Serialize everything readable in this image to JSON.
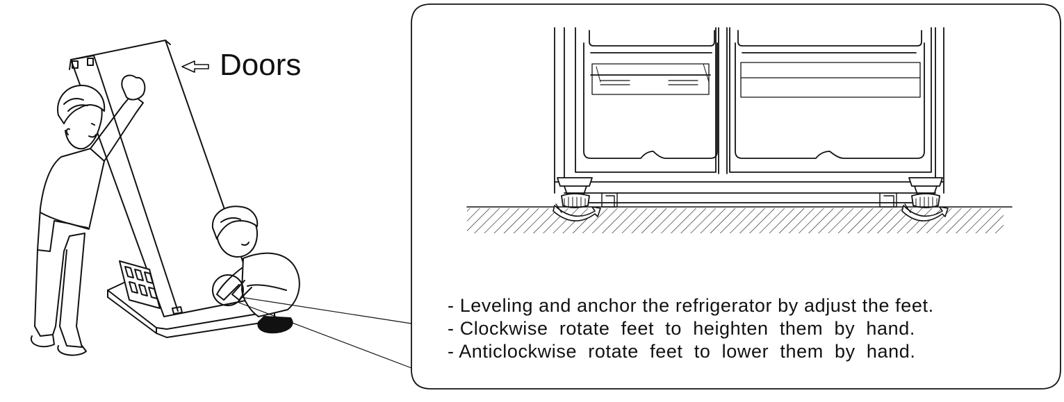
{
  "labels": {
    "doors": "Doors"
  },
  "instructions": [
    "- Leveling and anchor the refrigerator by adjust the feet.",
    "- Clockwise  rotate  feet  to  heighten  them  by  hand.",
    "- Anticlockwise  rotate  feet  to  lower  them  by  hand."
  ],
  "icons": {
    "left_foot_arrow": "rotate-arrow-icon",
    "right_foot_arrow": "rotate-arrow-icon",
    "doors_arrow": "pointer-arrow-icon"
  },
  "colors": {
    "line": "#111111",
    "background": "#ffffff"
  }
}
